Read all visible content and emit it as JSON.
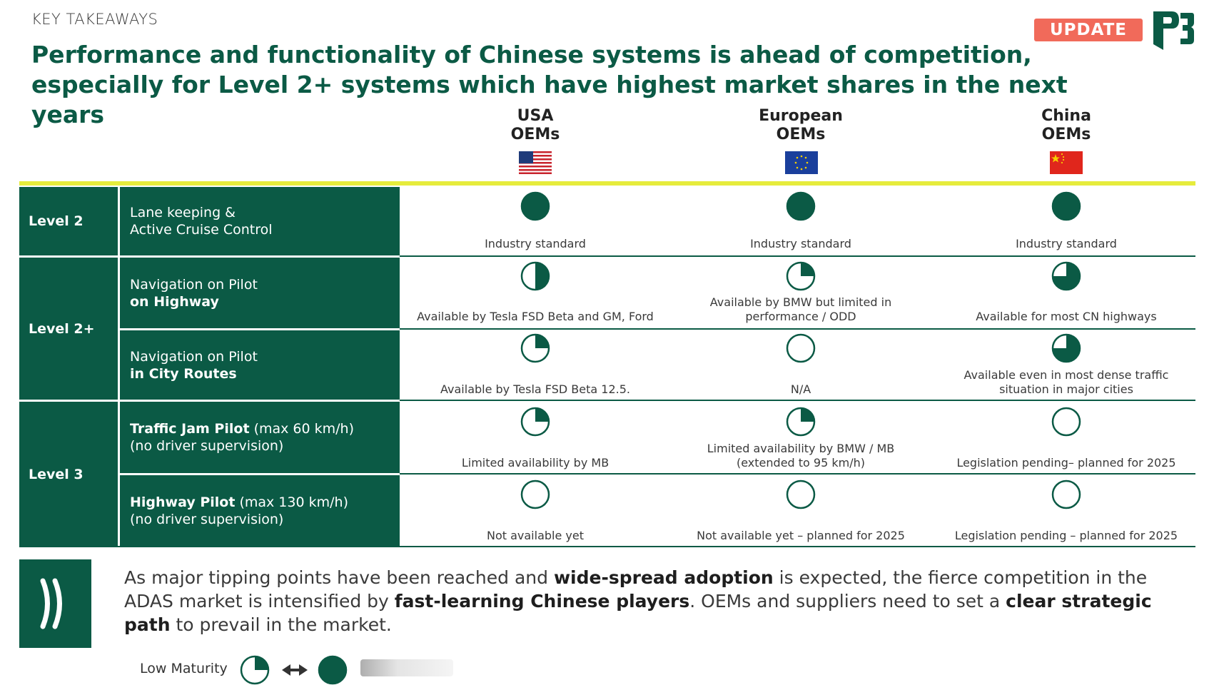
{
  "header": {
    "kicker": "KEY TAKEAWAYS",
    "title": "Performance and functionality of Chinese systems is ahead of competition, especially for Level 2+ systems which have highest market shares in the next years",
    "badge": "UPDATE",
    "logo_text": "P3"
  },
  "columns": [
    {
      "line1": "USA",
      "line2": "OEMs",
      "flag": "usa-flag"
    },
    {
      "line1": "European",
      "line2": "OEMs",
      "flag": "eu-flag"
    },
    {
      "line1": "China",
      "line2": "OEMs",
      "flag": "china-flag"
    }
  ],
  "levels": [
    {
      "label": "Level 2"
    },
    {
      "label": "Level 2+"
    },
    {
      "label": "Level 3"
    }
  ],
  "features": [
    {
      "line1": "Lane keeping &",
      "line2": "Active Cruise Control",
      "bold_line1": false,
      "bold_line2": false
    },
    {
      "line1": "Navigation on Pilot",
      "line2": "on Highway",
      "bold_line1": false,
      "bold_line2": true
    },
    {
      "line1": "Navigation on Pilot",
      "line2": "in City Routes",
      "bold_line1": false,
      "bold_line2": true
    },
    {
      "line1_bold": "Traffic Jam Pilot",
      "line1_rest": " (max 60 km/h)",
      "line2": "(no driver supervision)"
    },
    {
      "line1_bold": "Highway Pilot",
      "line1_rest": "  (max 130 km/h)",
      "line2": "(no driver supervision)"
    }
  ],
  "cells": [
    [
      {
        "maturity": 1.0,
        "text": "Industry standard"
      },
      {
        "maturity": 1.0,
        "text": "Industry standard"
      },
      {
        "maturity": 1.0,
        "text": "Industry standard"
      }
    ],
    [
      {
        "maturity": 0.5,
        "text": "Available by Tesla FSD Beta and GM, Ford"
      },
      {
        "maturity": 0.25,
        "text": "Available by BMW but limited in performance / ODD"
      },
      {
        "maturity": 0.75,
        "text": "Available for most CN highways"
      }
    ],
    [
      {
        "maturity": 0.25,
        "text": "Available by Tesla FSD Beta 12.5."
      },
      {
        "maturity": 0.0,
        "text": "N/A"
      },
      {
        "maturity": 0.75,
        "text": "Available even in most dense traffic situation in major cities"
      }
    ],
    [
      {
        "maturity": 0.25,
        "text": "Limited availability by MB"
      },
      {
        "maturity": 0.25,
        "text": "Limited availability by BMW / MB (extended to 95 km/h)"
      },
      {
        "maturity": 0.0,
        "text": "Legislation pending– planned for 2025"
      }
    ],
    [
      {
        "maturity": 0.0,
        "text": "Not available yet"
      },
      {
        "maturity": 0.0,
        "text": "Not available yet – planned for 2025"
      },
      {
        "maturity": 0.0,
        "text": "Legislation pending – planned for 2025"
      }
    ]
  ],
  "callout": {
    "t1": "As major tipping points have been reached and ",
    "b1": "wide-spread adoption",
    "t2": " is expected, the fierce competition in the ADAS market is intensified by ",
    "b2": "fast-learning Chinese players",
    "t3": ". OEMs and suppliers need to set a ",
    "b3": "clear strategic path",
    "t4": " to prevail in the market."
  },
  "legend": {
    "low_label": "Low Maturity",
    "low_maturity": 0.25,
    "high_maturity": 1.0
  },
  "colors": {
    "brand_green": "#0b5a45",
    "accent_yellow": "#e6ec3c",
    "badge_red": "#f16a5a"
  }
}
